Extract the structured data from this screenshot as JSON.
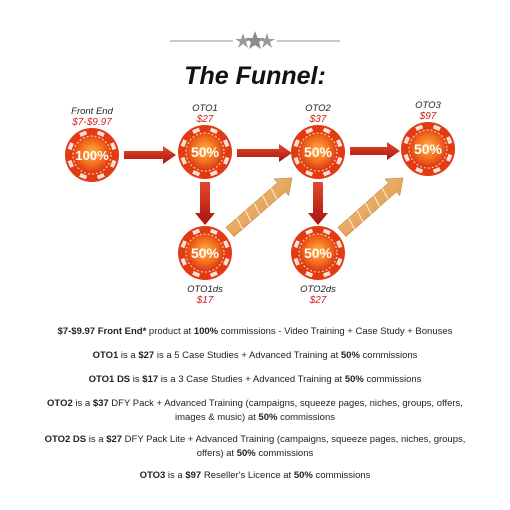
{
  "header": {
    "title": "The Funnel:"
  },
  "nodes": [
    {
      "id": "front-end",
      "name": "Front End",
      "price": "$7-$9.97",
      "percent": "100%"
    },
    {
      "id": "oto1",
      "name": "OTO1",
      "price": "$27",
      "percent": "50%"
    },
    {
      "id": "oto2",
      "name": "OTO2",
      "price": "$37",
      "percent": "50%"
    },
    {
      "id": "oto3",
      "name": "OTO3",
      "price": "$97",
      "percent": "50%"
    },
    {
      "id": "oto1ds",
      "name": "OTO1ds",
      "price": "$17",
      "percent": "50%"
    },
    {
      "id": "oto2ds",
      "name": "OTO2ds",
      "price": "$27",
      "percent": "50%"
    }
  ],
  "descriptions": [
    {
      "parts": [
        {
          "t": "$7-$9.97 Front End*",
          "b": true
        },
        {
          "t": " product at "
        },
        {
          "t": "100%",
          "b": true
        },
        {
          "t": " commissions - Video Training + Case Study + Bonuses"
        }
      ]
    },
    {
      "parts": [
        {
          "t": "OTO1",
          "b": true
        },
        {
          "t": " is a "
        },
        {
          "t": "$27",
          "b": true
        },
        {
          "t": " is a 5 Case Studies + Advanced Training at "
        },
        {
          "t": "50%",
          "b": true
        },
        {
          "t": " commissions"
        }
      ]
    },
    {
      "parts": [
        {
          "t": "OTO1 DS",
          "b": true
        },
        {
          "t": " is "
        },
        {
          "t": "$17",
          "b": true
        },
        {
          "t": " is a 3 Case Studies + Advanced Training at "
        },
        {
          "t": "50%",
          "b": true
        },
        {
          "t": " commissions"
        }
      ]
    },
    {
      "parts": [
        {
          "t": "OTO2",
          "b": true
        },
        {
          "t": " is a "
        },
        {
          "t": "$37",
          "b": true
        },
        {
          "t": " DFY Pack + Advanced Training (campaigns, squeeze pages, niches, groups, offers, images & music) at "
        },
        {
          "t": "50%",
          "b": true
        },
        {
          "t": " commissions"
        }
      ]
    },
    {
      "parts": [
        {
          "t": "OTO2 DS",
          "b": true
        },
        {
          "t": " is a "
        },
        {
          "t": "$27",
          "b": true
        },
        {
          "t": " DFY Pack Lite + Advanced Training (campaigns, squeeze pages, niches, groups, offers) at "
        },
        {
          "t": "50%",
          "b": true
        },
        {
          "t": " commissions"
        }
      ]
    },
    {
      "parts": [
        {
          "t": "OTO3",
          "b": true
        },
        {
          "t": " is a "
        },
        {
          "t": "$97",
          "b": true
        },
        {
          "t": " Reseller's Licence at "
        },
        {
          "t": "50%",
          "b": true
        },
        {
          "t": " commissions"
        }
      ]
    }
  ],
  "colors": {
    "chip_outer": "#e23a12",
    "chip_inner": "#f57a1e",
    "label_red": "#d21e1e",
    "arrow": "#c8281c",
    "diag_arrow": "#e2a55a"
  }
}
